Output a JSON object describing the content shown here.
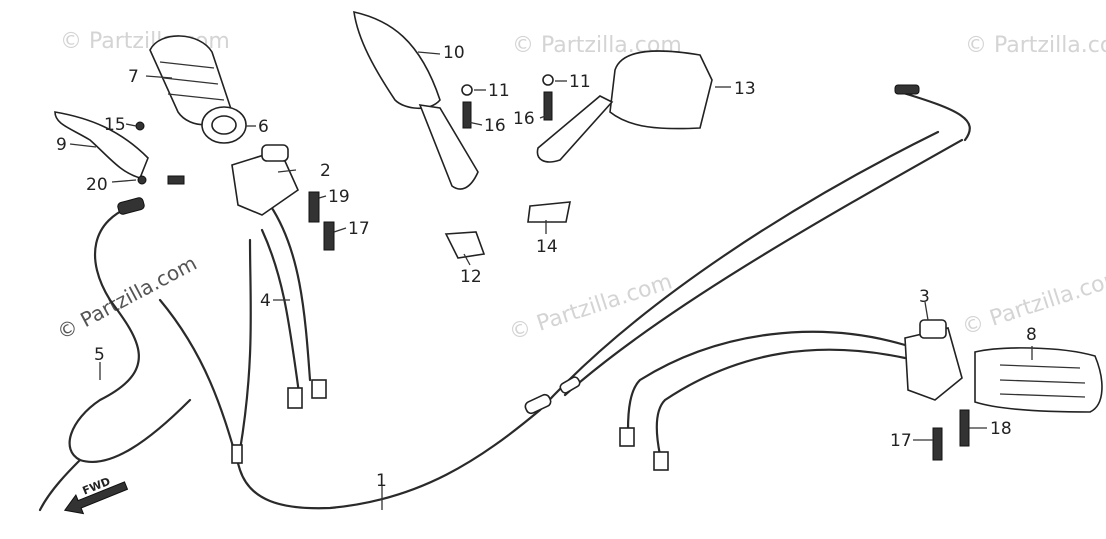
{
  "watermarks": [
    "© Partzilla.com",
    "© Partzilla.com",
    "© Partzilla.com",
    "© Partzilla.com",
    "© Partzilla.com",
    "© Partzilla.com"
  ],
  "fwd_label": "FWD",
  "callouts": [
    "1",
    "2",
    "3",
    "4",
    "5",
    "6",
    "7",
    "8",
    "9",
    "10",
    "11",
    "11",
    "12",
    "13",
    "14",
    "15",
    "16",
    "16",
    "17",
    "17",
    "18",
    "19",
    "20"
  ]
}
